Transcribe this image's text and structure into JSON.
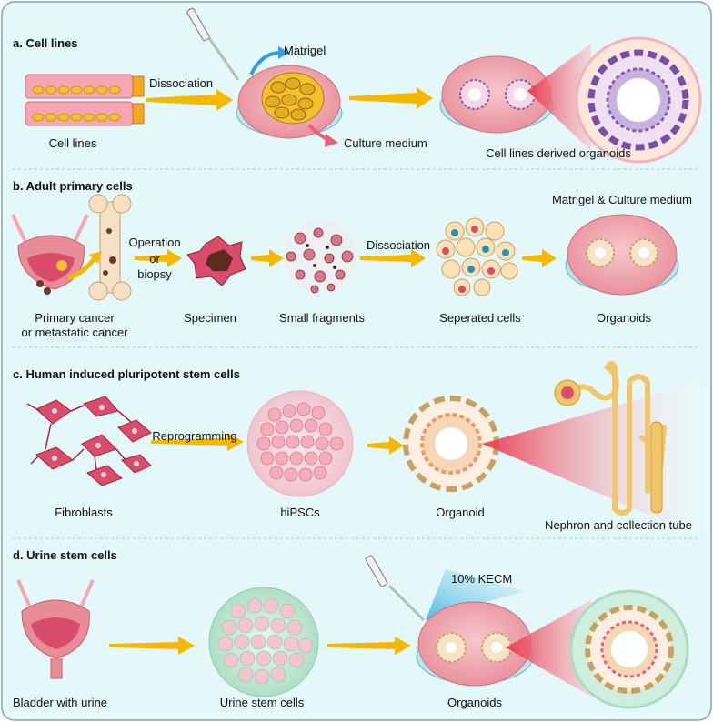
{
  "sections": [
    {
      "heading": "a. Cell lines",
      "labels": {
        "cell_lines": "Cell lines",
        "dissociation": "Dissociation",
        "matrigel": "Matrigel",
        "culture_medium": "Culture medium",
        "result": "Cell lines derived organoids"
      }
    },
    {
      "heading": "b. Adult primary cells",
      "labels": {
        "source_line1": "Primary cancer",
        "source_line2": "or metastatic cancer",
        "operation_line1": "Operation",
        "operation_line2": "or",
        "operation_line3": "biopsy",
        "specimen": "Specimen",
        "fragments": "Small fragments",
        "dissociation": "Dissociation",
        "separated": "Seperated cells",
        "matrigel_medium": "Matrigel & Culture medium",
        "result": "Organoids"
      }
    },
    {
      "heading": "c. Human induced pluripotent stem cells",
      "labels": {
        "fibroblasts": "Fibroblasts",
        "reprogramming": "Reprogramming",
        "hipscs": "hiPSCs",
        "organoid": "Organoid",
        "nephron": "Nephron and collection tube"
      }
    },
    {
      "heading": "d. Urine stem cells",
      "labels": {
        "bladder": "Bladder with urine",
        "usc": "Urine stem cells",
        "kecm": "10% KECM",
        "result": "Organoids"
      }
    }
  ],
  "colors": {
    "panel_background": "#e4f7f9",
    "panel_border": "#7fa8ad",
    "arrow": "#f5b800",
    "dish_pink": "#eea3aa",
    "cell_yellow": "#f2c12e",
    "cell_pink": "#d94c6b",
    "stem_green": "#a9dcc0",
    "magnifier_red": "#e8364b"
  }
}
